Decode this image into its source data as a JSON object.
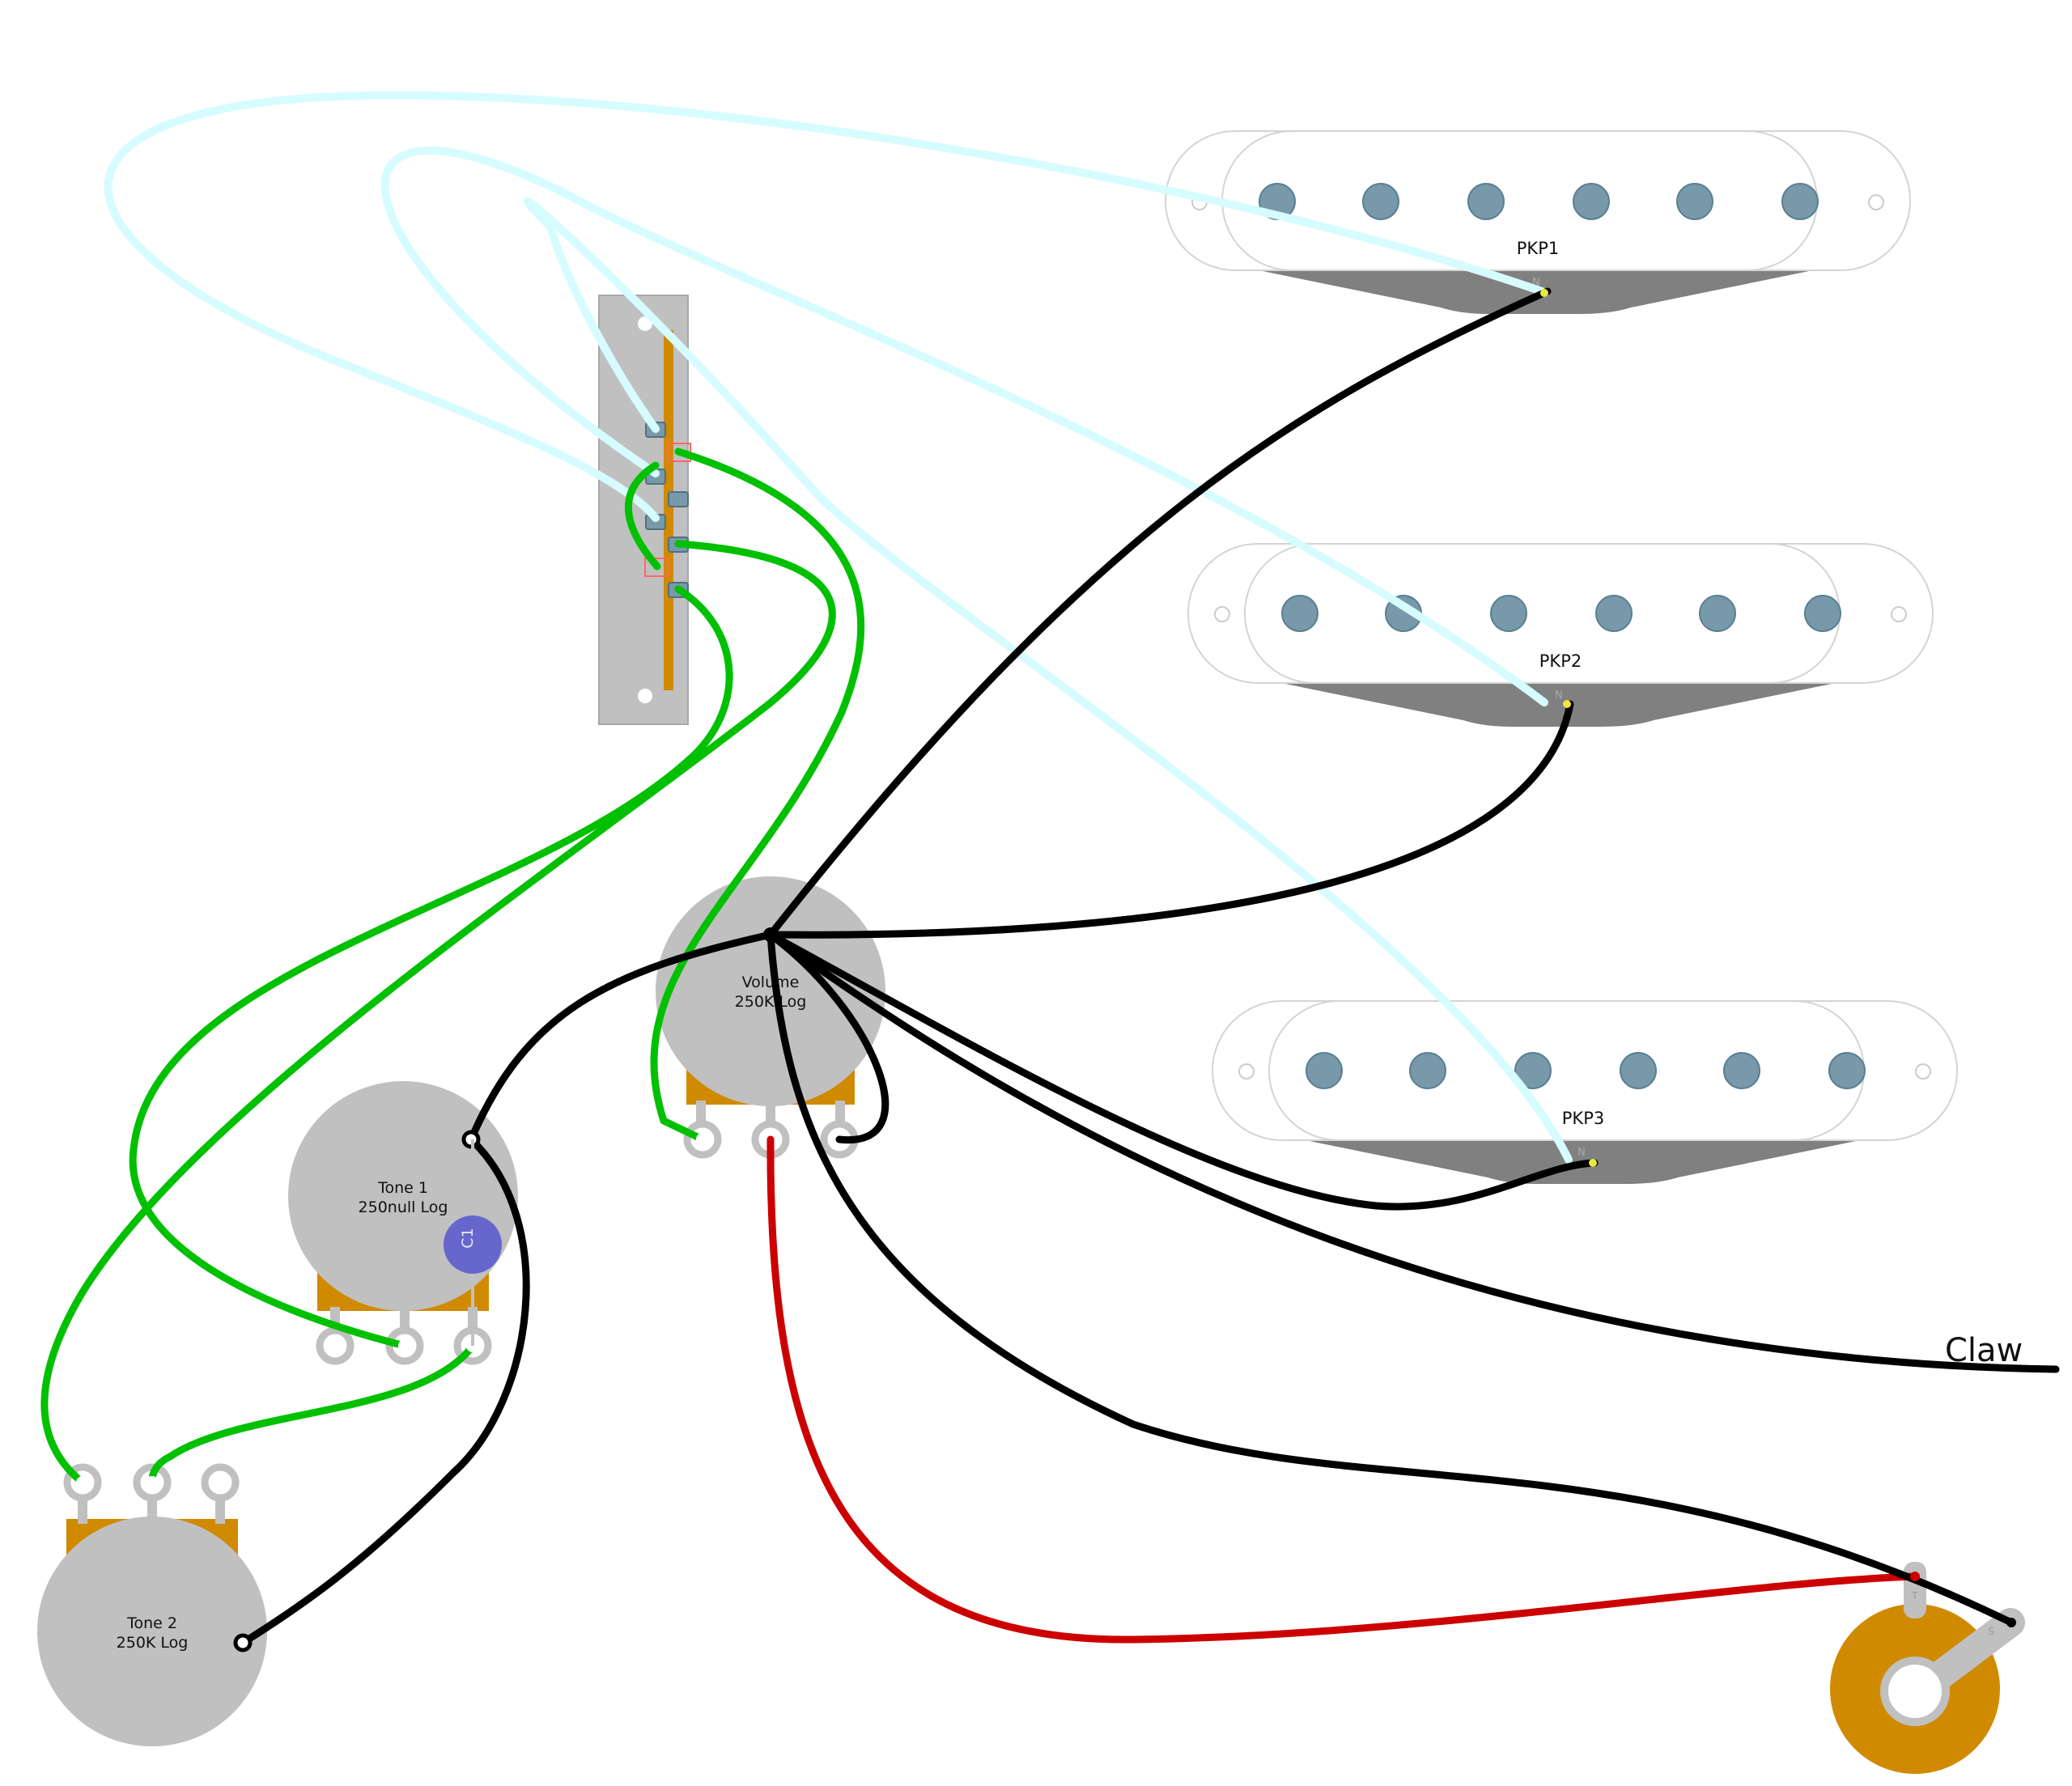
{
  "pickups": [
    {
      "label": "PKP1",
      "n_mark": "N"
    },
    {
      "label": "PKP2",
      "n_mark": "N"
    },
    {
      "label": "PKP3",
      "n_mark": "N"
    }
  ],
  "pots": {
    "volume": {
      "line1": "Volume",
      "line2": "250K Log"
    },
    "tone1": {
      "line1": "Tone 1",
      "line2": "250null Log"
    },
    "tone2": {
      "line1": "Tone 2",
      "line2": "250K Log"
    }
  },
  "capacitor": {
    "label": "C1"
  },
  "claw": {
    "label": "Claw"
  },
  "jack": {
    "tip_mark": "T",
    "sleeve_mark": "S"
  },
  "colors": {
    "wire_black": "#000000",
    "wire_green": "#00c000",
    "wire_cyan": "#d6fcff",
    "wire_red": "#cc0000",
    "pot_body": "#c0c0c0",
    "pot_base": "#d08a00",
    "pole_piece": "#7899aa",
    "pickup_base": "#808080",
    "capacitor": "#6666cc",
    "switch_plate": "#c0c0c0",
    "switch_bar": "#d08a00"
  }
}
